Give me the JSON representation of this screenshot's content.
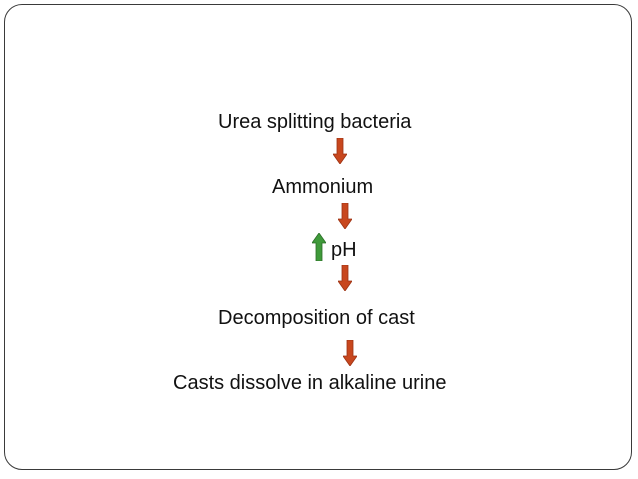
{
  "diagram": {
    "steps": [
      "Urea splitting bacteria",
      "Ammonium",
      "pH",
      "Decomposition of cast",
      "Casts dissolve in alkaline urine"
    ],
    "arrow_color_down": "#c8471e",
    "arrow_color_up": "#3f9a3a",
    "up_arrow_meaning": "increase-icon"
  }
}
